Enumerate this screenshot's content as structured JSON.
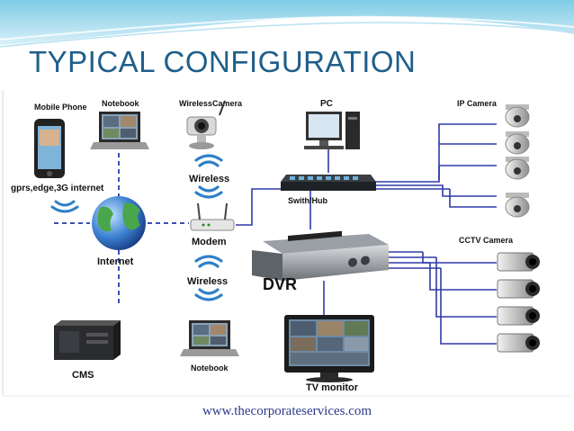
{
  "slide": {
    "title": "TYPICAL CONFIGURATION",
    "footer": "www.thecorporateservices.com"
  },
  "labels": {
    "mobile_phone": "Mobile Phone",
    "notebook_top": "Notebook",
    "wireless_camera": "WirelessCamera",
    "pc": "PC",
    "ip_camera": "IP Camera",
    "gprs": "gprs,edge,3G internet",
    "wireless_top": "Wireless",
    "switch_hub": "Swith/Hub",
    "internet": "Internet",
    "modem": "Modem",
    "cctv_camera": "CCTV Camera",
    "wireless_bottom": "Wireless",
    "dvr": "DVR",
    "cms": "CMS",
    "notebook_bottom": "Notebook",
    "tv_monitor": "TV monitor"
  },
  "colors": {
    "title": "#1f5f8b",
    "cable": "#2f3aa8",
    "dashed_link": "#3b4fb8",
    "wireless_waves": "#2f7fc8",
    "footer": "#2a3a8a"
  },
  "icons": [
    "mobile-phone-icon",
    "notebook-icon",
    "wireless-camera-icon",
    "pc-icon",
    "ip-camera-icon",
    "globe-icon",
    "modem-icon",
    "switch-icon",
    "dvr-icon",
    "cctv-camera-icon",
    "cms-server-icon",
    "tv-monitor-icon",
    "wireless-signal-icon"
  ]
}
